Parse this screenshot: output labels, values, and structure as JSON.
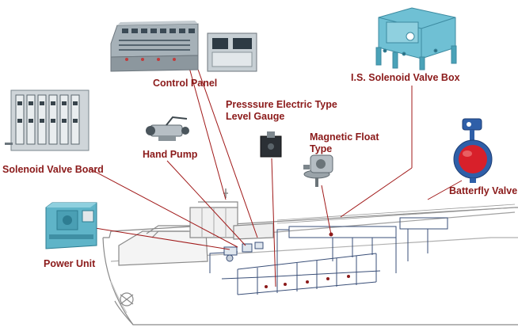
{
  "labels": {
    "control_panel": "Control Panel",
    "is_solenoid_valve_box": "I.S. Solenoid Valve Box",
    "pressure_gauge_line1": "Presssure Electric Type",
    "pressure_gauge_line2": "Level Gauge",
    "magnetic_float_line1": "Magnetic Float",
    "magnetic_float_line2": "Type",
    "hand_pump": "Hand Pump",
    "solenoid_valve_board": "Solenoid Valve Board",
    "butterfly_valve": "Batterfly Valve",
    "power_unit": "Power Unit"
  },
  "colors": {
    "label_text": "#8b1a1a",
    "leader_line": "#a01818",
    "equipment_cyan": "#5fb4c8",
    "panel_gray": "#9aa6ae",
    "valve_blue": "#2f5fa8",
    "valve_red": "#d8202a",
    "ship_outline": "#8a8a8a",
    "pipe_blue": "#3a4f78"
  },
  "icons": {
    "control_panel": "control-console-icon",
    "valve_box": "solenoid-valve-box-icon",
    "gauge": "pressure-gauge-icon",
    "float": "magnetic-float-icon",
    "pump": "hand-pump-icon",
    "valve_board": "solenoid-valve-board-icon",
    "butterfly": "butterfly-valve-icon",
    "power": "power-unit-icon",
    "ship": "ship-hull-icon"
  }
}
